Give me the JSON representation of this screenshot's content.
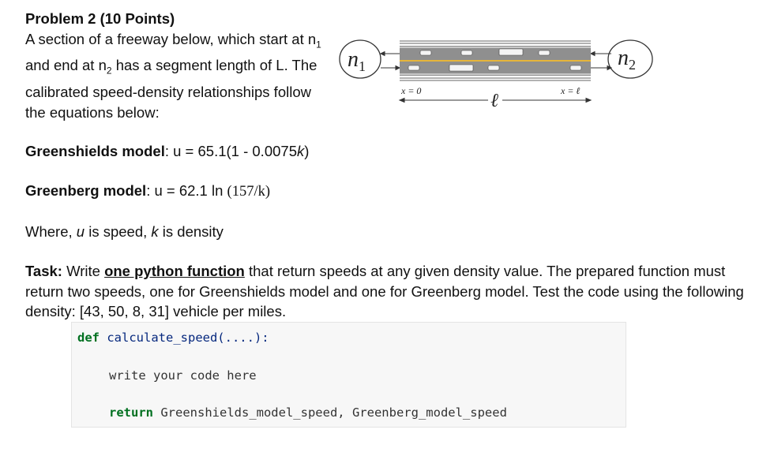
{
  "problem": {
    "heading": "Problem 2 (10 Points)",
    "intro": {
      "part1": "A section of a freeway below, which start at n",
      "sub1": "1",
      "part2": " and end at n",
      "sub2": "2",
      "part3": " has a segment length of L. The calibrated speed-density relationships follow the equations below:"
    },
    "greenshields": {
      "label": "Greenshields model",
      "colon": ":",
      "equation_pre": " u = 65.1(1 - 0.0075",
      "equation_var": "k",
      "equation_post": ")"
    },
    "greenberg": {
      "label": "Greenberg model",
      "colon": ":",
      "equation_pre": " u = 62.1 ln ",
      "equation_serif": "(157/k)"
    },
    "where": {
      "part1": "Where, ",
      "u": "u",
      "part2": " is speed, ",
      "k": "k",
      "part3": " is density"
    },
    "task": {
      "label": "Task:",
      "part1": " Write ",
      "underlined": "one python function",
      "part2": " that return speeds at any given density value. The prepared function must return two speeds, one for Greenshields model and one for Greenberg model. Test the code using the following density:  [43, 50, 8, 31] vehicle per miles."
    }
  },
  "diagram": {
    "node_start": "n",
    "node_start_sub": "1",
    "node_end": "n",
    "node_end_sub": "2",
    "x_start_label": "x = 0",
    "x_end_label": "x = ℓ",
    "length_label": "ℓ"
  },
  "code": {
    "def_kw": "def",
    "func_sig": " calculate_speed(....):",
    "comment_line": "write your code here",
    "return_kw": "return",
    "return_values": " Greenshields_model_speed, Greenberg_model_speed"
  }
}
